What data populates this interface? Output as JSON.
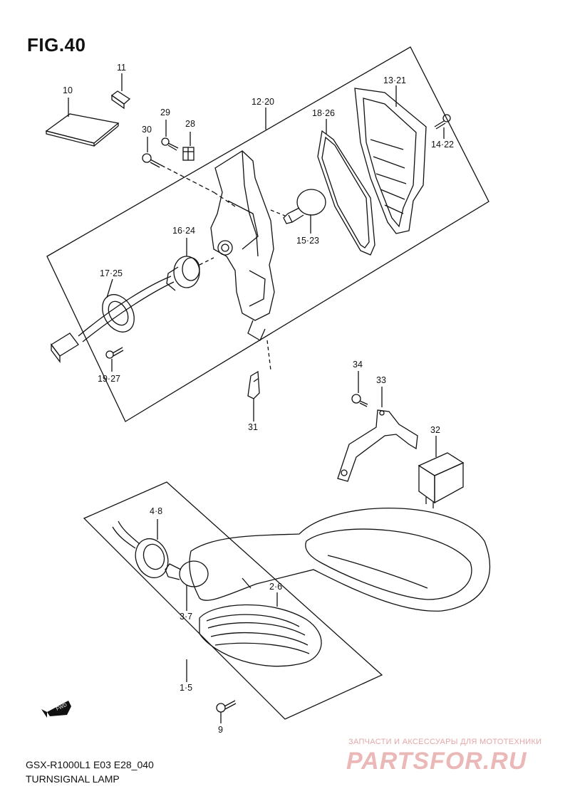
{
  "figure": {
    "title": "FIG.40",
    "model": "GSX-R1000L1 E03 E28_040",
    "name": "TURNSIGNAL LAMP"
  },
  "watermark": {
    "line1": "ЗАПЧАСТИ И АКСЕССУАРЫ ДЛЯ МОТОТЕХНИКИ",
    "line2": "PARTSFOR.RU"
  },
  "fwd_arrow": "FWD",
  "callouts": {
    "p10": "10",
    "p11": "11",
    "p29": "29",
    "p30": "30",
    "p28": "28",
    "p12_20": "12·20",
    "p18_26": "18·26",
    "p13_21": "13·21",
    "p14_22": "14·22",
    "p16_24": "16·24",
    "p17_25": "17·25",
    "p15_23": "15·23",
    "p19_27": "19·27",
    "p31": "31",
    "p34": "34",
    "p33": "33",
    "p32": "32",
    "p4_8": "4·8",
    "p2_6": "2·6",
    "p3_7": "3·7",
    "p1_5": "1·5",
    "p9": "9"
  }
}
